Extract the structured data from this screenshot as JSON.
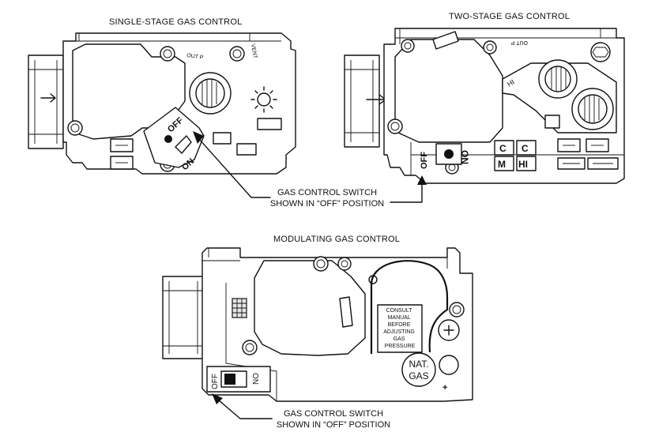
{
  "titles": {
    "single_stage": "SINGLE-STAGE GAS CONTROL",
    "two_stage": "TWO-STAGE GAS CONTROL",
    "modulating": "MODULATING  GAS CONTROL"
  },
  "callouts": {
    "top_line1": "GAS CONTROL SWITCH",
    "top_line2": "SHOWN IN “OFF” POSITION",
    "bottom_line1": "GAS CONTROL SWITCH",
    "bottom_line2": "SHOWN IN “OFF” POSITION"
  },
  "single_stage_marks": {
    "out_p": "OUT P",
    "vent": "VENT",
    "off": "OFF",
    "on": "ON"
  },
  "two_stage_marks": {
    "out_p": "OUT P",
    "hi": "HI",
    "off": "OFF",
    "on": "ON",
    "c1": "C",
    "c2": "C",
    "m": "M",
    "hi2": "HI"
  },
  "modulating_marks": {
    "off": "OFF",
    "on": "ON",
    "consult": [
      "CONSULT",
      "MANUAL",
      "BEFORE",
      "ADJUSTING",
      "GAS",
      "PRESSURE"
    ],
    "nat": "NAT.",
    "gas": "GAS",
    "plus": "+"
  },
  "colors": {
    "line": "#111111",
    "background": "#ffffff"
  }
}
